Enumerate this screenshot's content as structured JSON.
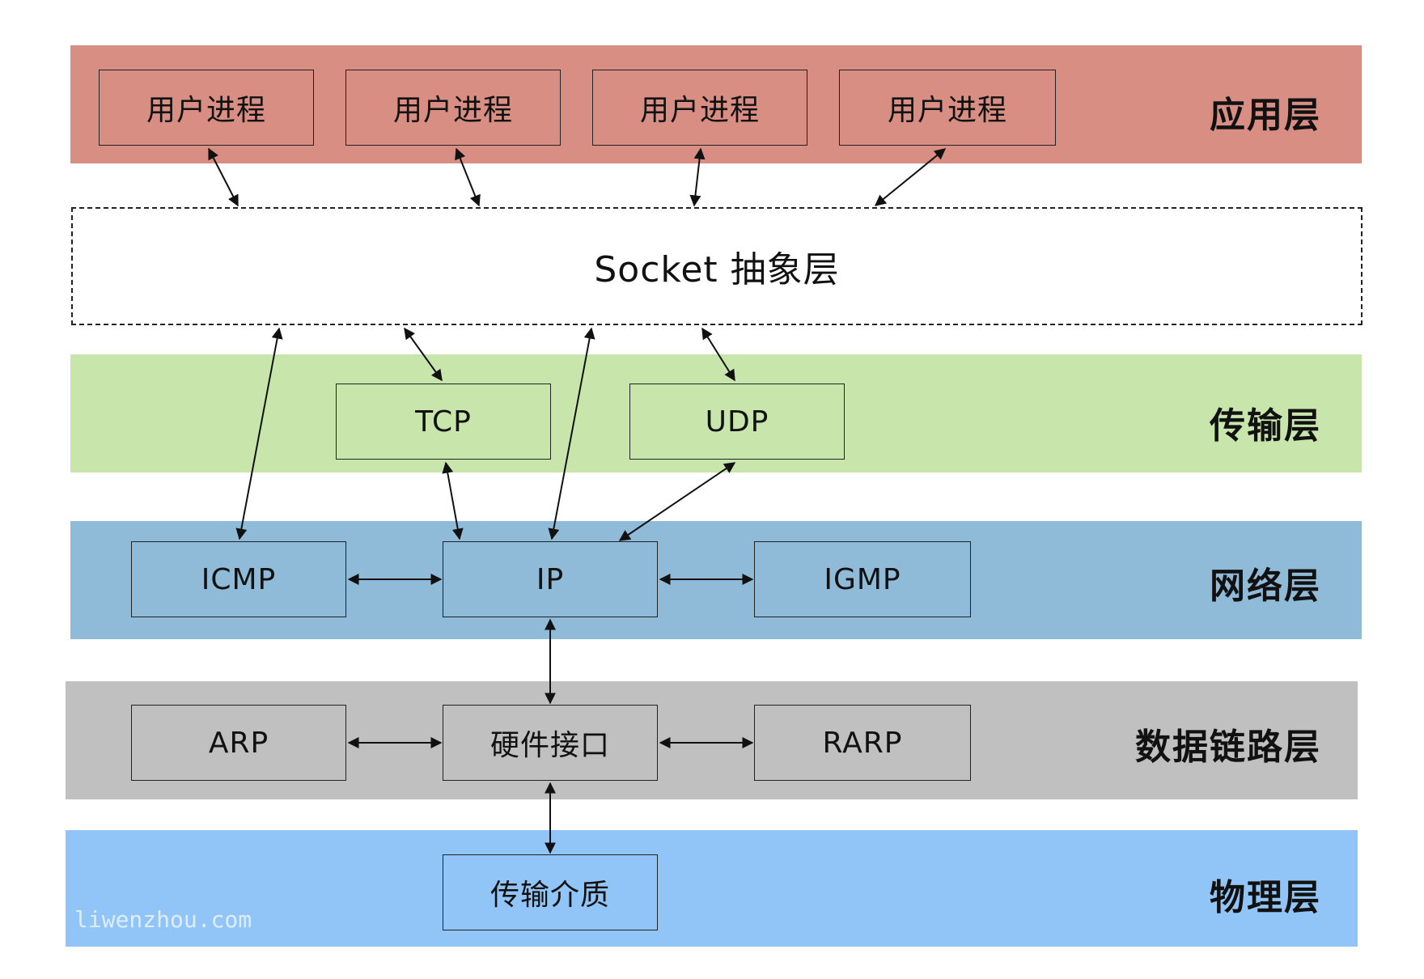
{
  "layers": {
    "application": "应用层",
    "socket": "Socket 抽象层",
    "transport": "传输层",
    "network": "网络层",
    "datalink": "数据链路层",
    "physical": "物理层"
  },
  "application": {
    "processes": [
      "用户进程",
      "用户进程",
      "用户进程",
      "用户进程"
    ]
  },
  "transport": {
    "tcp": "TCP",
    "udp": "UDP"
  },
  "network": {
    "icmp": "ICMP",
    "ip": "IP",
    "igmp": "IGMP"
  },
  "datalink": {
    "arp": "ARP",
    "hardware_interface": "硬件接口",
    "rarp": "RARP"
  },
  "physical": {
    "medium": "传输介质"
  },
  "watermark": "liwenzhou.com",
  "colors": {
    "application_band": "#d98e83",
    "transport_band": "#c8e6ac",
    "network_band": "#8fbbd8",
    "datalink_band": "#c0c0c0",
    "physical_band": "#92c5f7"
  }
}
